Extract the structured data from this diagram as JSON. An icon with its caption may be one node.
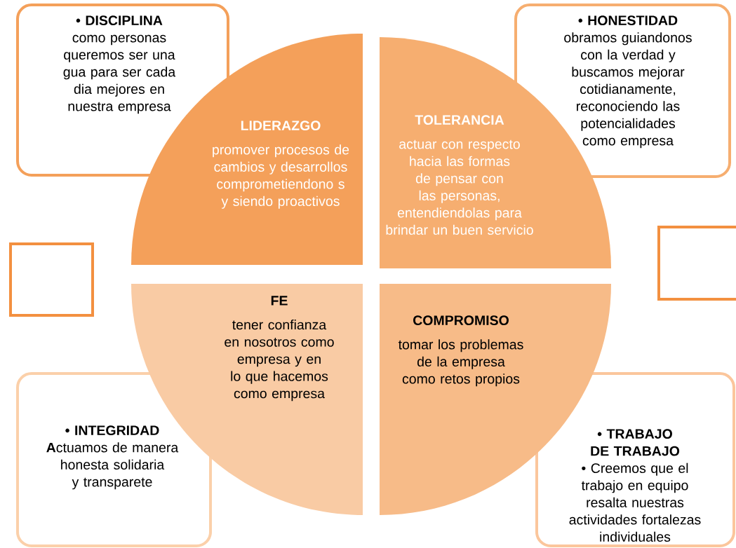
{
  "diagram": {
    "nodes": [
      {
        "text": [
          "• DISCIPLINA",
          "como personas queremos ser una gua para ser cada dia mejores en nuestra empresa"
        ]
      },
      {
        "text": [
          "• HONESTIDAD",
          "obramos guiandonos con la verdad y buscamos mejorar cotidianamente, reconociendo las potencialidades como empresa"
        ]
      },
      {
        "text": [
          "LIDERAZGO",
          "promover procesos de cambios y desarrollos comprometiendono s y siendo proactivos"
        ]
      },
      {
        "text": [
          "TOLERANCIA",
          "actuar con respecto hacia las formas de pensar con las personas, entendiendolas para brindar un buen servicio"
        ]
      },
      {
        "text": [],
        "shape": "box"
      },
      {
        "text": [],
        "shape": "box"
      },
      {
        "text": [
          "FE",
          "tener confianza en nosotros como empresa y en lo que hacemos como empresa"
        ]
      },
      {
        "text": [
          "COMPROMISO",
          "tomar los problemas de la empresa como retos propios"
        ]
      },
      {
        "text": [
          "• INTEGRIDAD",
          "**A**ctuamos de manera honesta solidaria y transparete"
        ]
      },
      {
        "text": [
          "• TRABAJO DE TRABAJO",
          "• Creemos que el trabajo en equipo resalta nuestras actividades fortalezas individuales"
        ]
      }
    ]
  }
}
